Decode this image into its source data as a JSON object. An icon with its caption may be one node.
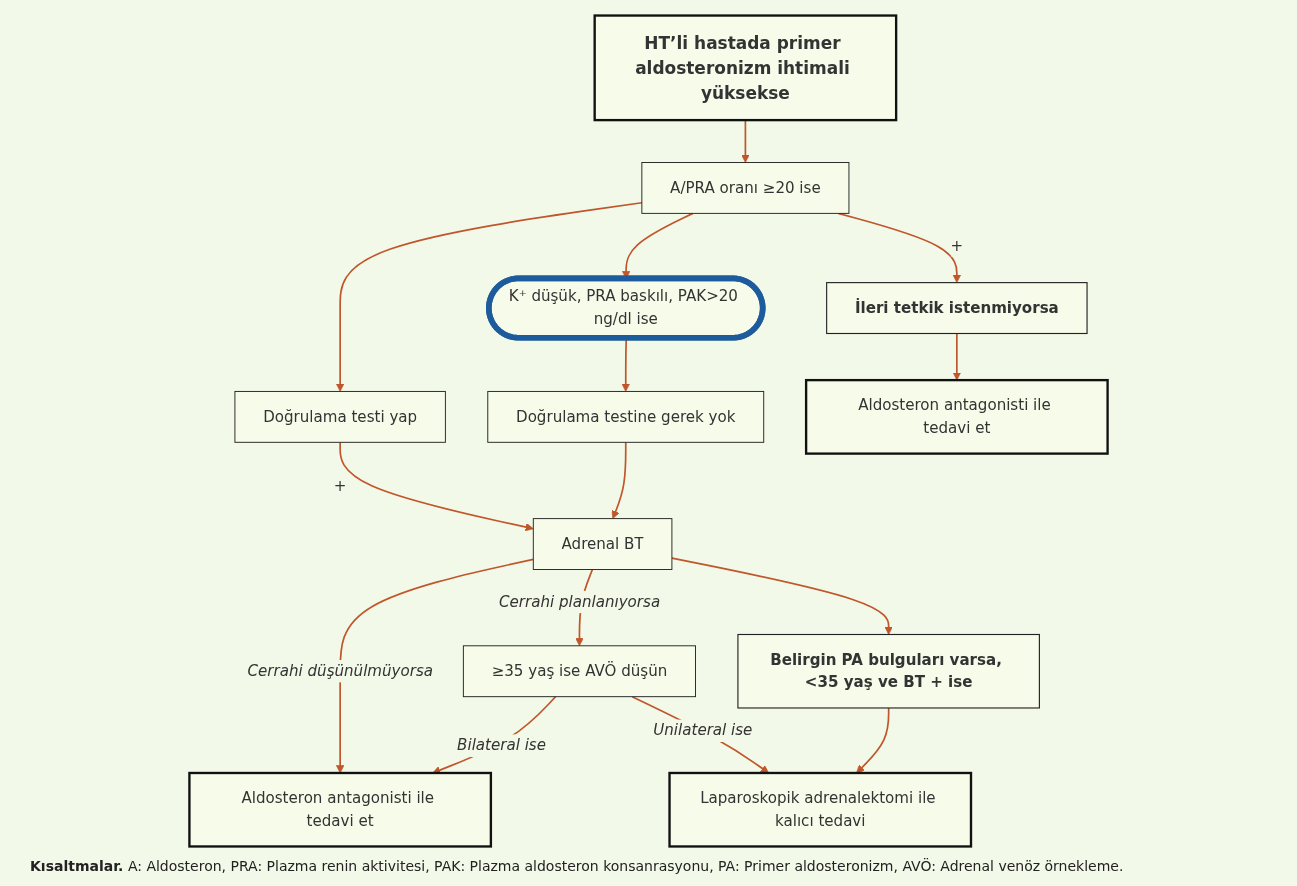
{
  "diagram": {
    "nodes": [
      {
        "text": [
          "HT’li hastada primer aldosteronizm ihtimali yüksekse"
        ]
      },
      {
        "text": [
          "A/PRA oranı ≥20 ise"
        ]
      },
      {
        "text": [
          "İleri tetkik istenmiyorsa"
        ]
      },
      {
        "text": [
          "K⁺ düşük, PRA baskılı, PAK>20 ng/dl ise"
        ]
      },
      {
        "text": [
          "Doğrulama testi yap"
        ]
      },
      {
        "text": [
          "Doğrulama testine gerek yok"
        ]
      },
      {
        "text": [
          "Aldosteron antagonisti ile tedavi et"
        ]
      },
      {
        "text": [
          "Adrenal BT"
        ]
      },
      {
        "text": [
          "≥35 yaş ise AVÖ düşün"
        ]
      },
      {
        "text": [
          "Belirgin PA bulguları varsa, <35 yaş ve BT + ise"
        ]
      },
      {
        "text": [
          "Aldosteron antagonisti ile tedavi et"
        ]
      },
      {
        "text": [
          "Laparoskopik adrenalektomi ile kalıcı tedavi"
        ]
      }
    ],
    "edges": [
      {
        "from": 0,
        "to": 1,
        "arrow": "to"
      },
      {
        "from": 1,
        "to": 2,
        "label": "+",
        "arrow": "to"
      },
      {
        "from": 1,
        "to": 3,
        "arrow": "to"
      },
      {
        "from": 1,
        "to": 4,
        "arrow": "to"
      },
      {
        "from": 4,
        "to": 7,
        "label": "+",
        "arrow": "to"
      },
      {
        "from": 3,
        "to": 5,
        "arrow": "to"
      },
      {
        "from": 2,
        "to": 6,
        "arrow": "to"
      },
      {
        "from": 5,
        "to": 7,
        "arrow": "to"
      },
      {
        "from": 7,
        "to": 8,
        "label": "Cerrahi planlanıyorsa",
        "arrow": "to"
      },
      {
        "from": 7,
        "to": 9,
        "arrow": "to"
      },
      {
        "from": 7,
        "to": 10,
        "label": "Cerrahi düşünülmüyorsa",
        "arrow": "to"
      },
      {
        "from": 8,
        "to": 10,
        "label": "Bilateral ise",
        "arrow": "to"
      },
      {
        "from": 8,
        "to": 11,
        "label": "Unilateral ise",
        "arrow": "to"
      },
      {
        "from": 9,
        "to": 11,
        "arrow": "to"
      }
    ],
    "labels": [
      "**Kısaltmalar.** A: Aldosteron, PRA: Plazma renin aktivitesi, PAK: Plazma aldosteron konsanrasyonu, PA: Primer aldosteronizm, AVÖ: Adrenal venöz örnekleme."
    ]
  }
}
